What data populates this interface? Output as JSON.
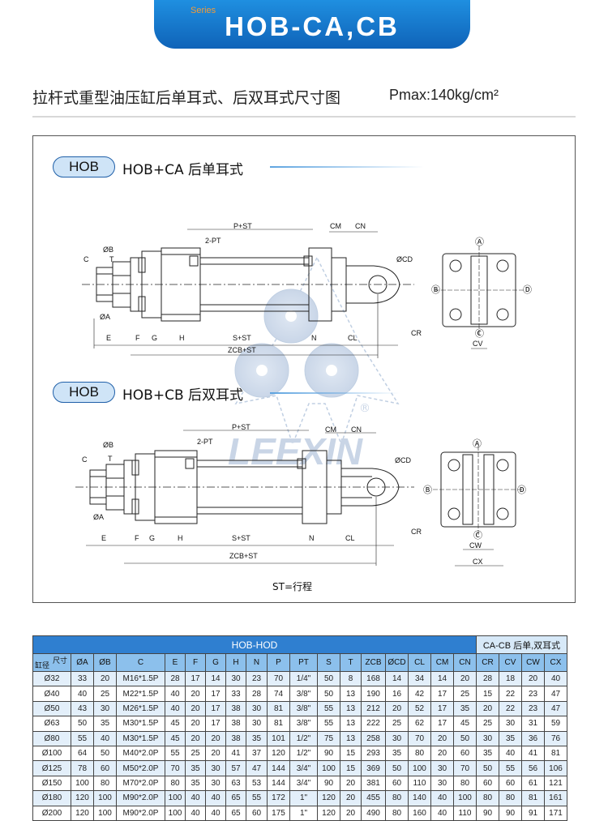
{
  "header": {
    "series": "Series",
    "title": "HOB-CA,CB"
  },
  "page": {
    "title": "拉杆式重型油压缸后单耳式、后双耳式尺寸图",
    "pmax": "Pmax:140kg/cm²"
  },
  "drawing": {
    "ca": {
      "pill": "HOB",
      "label": "HOB+CA  后单耳式",
      "dims": {
        "p_st": "P+ST",
        "two_pt": "2-PT",
        "cm": "CM",
        "cn": "CN",
        "ob": "ØB",
        "c": "C",
        "t": "T",
        "oa": "ØA",
        "e": "E",
        "f": "F",
        "g": "G",
        "h": "H",
        "s_st": "S+ST",
        "n": "N",
        "cl": "CL",
        "zcb_st": "ZCB+ST",
        "ocd": "ØCD",
        "cr": "CR",
        "a": "Ⓐ",
        "b": "Ⓑ",
        "d": "Ⓓ",
        "c2": "Ⓒ",
        "cv": "CV"
      }
    },
    "cb": {
      "pill": "HOB",
      "label": "HOB+CB  后双耳式",
      "dims": {
        "p_st": "P+ST",
        "two_pt": "2-PT",
        "cm": "CM",
        "cn": "CN",
        "ob": "ØB",
        "c": "C",
        "t": "T",
        "oa": "ØA",
        "e": "E",
        "f": "F",
        "g": "G",
        "h": "H",
        "s_st": "S+ST",
        "n": "N",
        "cl": "CL",
        "zcb_st": "ZCB+ST",
        "ocd": "ØCD",
        "cr": "CR",
        "a": "Ⓐ",
        "b": "Ⓑ",
        "d": "Ⓓ",
        "c2": "Ⓒ",
        "cw": "CW",
        "cx": "CX"
      }
    },
    "watermark": "LEEXIN",
    "note": "ST=行程"
  },
  "table": {
    "group_main": "HOB-HOD",
    "group_side": "CA-CB 后单,双耳式",
    "corner_top": "尺寸",
    "corner_bottom": "缸径",
    "columns": [
      "ØA",
      "ØB",
      "C",
      "E",
      "F",
      "G",
      "H",
      "N",
      "P",
      "PT",
      "S",
      "T",
      "ZCB",
      "ØCD",
      "CL",
      "CM",
      "CN",
      "CR",
      "CV",
      "CW",
      "CX"
    ],
    "rows": [
      [
        "Ø32",
        "33",
        "20",
        "M16*1.5P",
        "28",
        "17",
        "14",
        "30",
        "23",
        "70",
        "1/4\"",
        "50",
        "8",
        "168",
        "14",
        "34",
        "14",
        "20",
        "28",
        "18",
        "20",
        "40"
      ],
      [
        "Ø40",
        "40",
        "25",
        "M22*1.5P",
        "40",
        "20",
        "17",
        "33",
        "28",
        "74",
        "3/8\"",
        "50",
        "13",
        "190",
        "16",
        "42",
        "17",
        "25",
        "15",
        "22",
        "23",
        "47"
      ],
      [
        "Ø50",
        "43",
        "30",
        "M26*1.5P",
        "40",
        "20",
        "17",
        "38",
        "30",
        "81",
        "3/8\"",
        "55",
        "13",
        "212",
        "20",
        "52",
        "17",
        "35",
        "20",
        "22",
        "23",
        "47"
      ],
      [
        "Ø63",
        "50",
        "35",
        "M30*1.5P",
        "45",
        "20",
        "17",
        "38",
        "30",
        "81",
        "3/8\"",
        "55",
        "13",
        "222",
        "25",
        "62",
        "17",
        "45",
        "25",
        "30",
        "31",
        "59"
      ],
      [
        "Ø80",
        "55",
        "40",
        "M30*1.5P",
        "45",
        "20",
        "20",
        "38",
        "35",
        "101",
        "1/2\"",
        "75",
        "13",
        "258",
        "30",
        "70",
        "20",
        "50",
        "30",
        "35",
        "36",
        "76"
      ],
      [
        "Ø100",
        "64",
        "50",
        "M40*2.0P",
        "55",
        "25",
        "20",
        "41",
        "37",
        "120",
        "1/2\"",
        "90",
        "15",
        "293",
        "35",
        "80",
        "20",
        "60",
        "35",
        "40",
        "41",
        "81"
      ],
      [
        "Ø125",
        "78",
        "60",
        "M50*2.0P",
        "70",
        "35",
        "30",
        "57",
        "47",
        "144",
        "3/4\"",
        "100",
        "15",
        "369",
        "50",
        "100",
        "30",
        "70",
        "50",
        "55",
        "56",
        "106"
      ],
      [
        "Ø150",
        "100",
        "80",
        "M70*2.0P",
        "80",
        "35",
        "30",
        "63",
        "53",
        "144",
        "3/4\"",
        "90",
        "20",
        "381",
        "60",
        "110",
        "30",
        "80",
        "60",
        "60",
        "61",
        "121"
      ],
      [
        "Ø180",
        "120",
        "100",
        "M90*2.0P",
        "100",
        "40",
        "40",
        "65",
        "55",
        "172",
        "1\"",
        "120",
        "20",
        "455",
        "80",
        "140",
        "40",
        "100",
        "80",
        "80",
        "81",
        "161"
      ],
      [
        "Ø200",
        "120",
        "100",
        "M90*2.0P",
        "100",
        "40",
        "40",
        "65",
        "60",
        "175",
        "1\"",
        "120",
        "20",
        "490",
        "80",
        "160",
        "40",
        "110",
        "90",
        "90",
        "91",
        "171"
      ]
    ]
  }
}
